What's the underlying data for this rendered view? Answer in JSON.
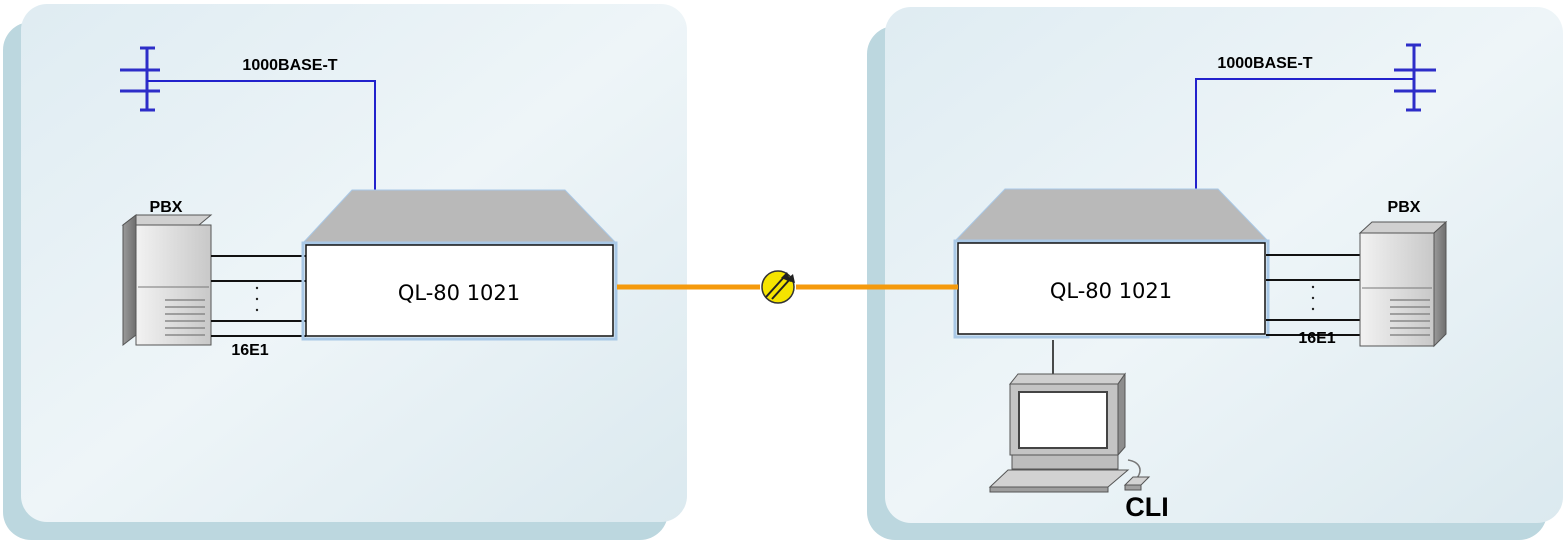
{
  "left_site": {
    "ethernet_label": "1000BASE-T",
    "pbx_label": "PBX",
    "e1_label": "16E1",
    "device_label": "QL-80 1021"
  },
  "right_site": {
    "ethernet_label": "1000BASE-T",
    "pbx_label": "PBX",
    "e1_label": "16E1",
    "device_label": "QL-80 1021",
    "terminal_label": "CLI"
  },
  "colors": {
    "panel_fill": "#e8f1f5",
    "panel_shadow": "#bcd7df",
    "ethernet_line": "#2222cc",
    "fiber_link": "#f59a0c",
    "device_top": "#b9b9b9",
    "link_icon": "#f5e400"
  }
}
